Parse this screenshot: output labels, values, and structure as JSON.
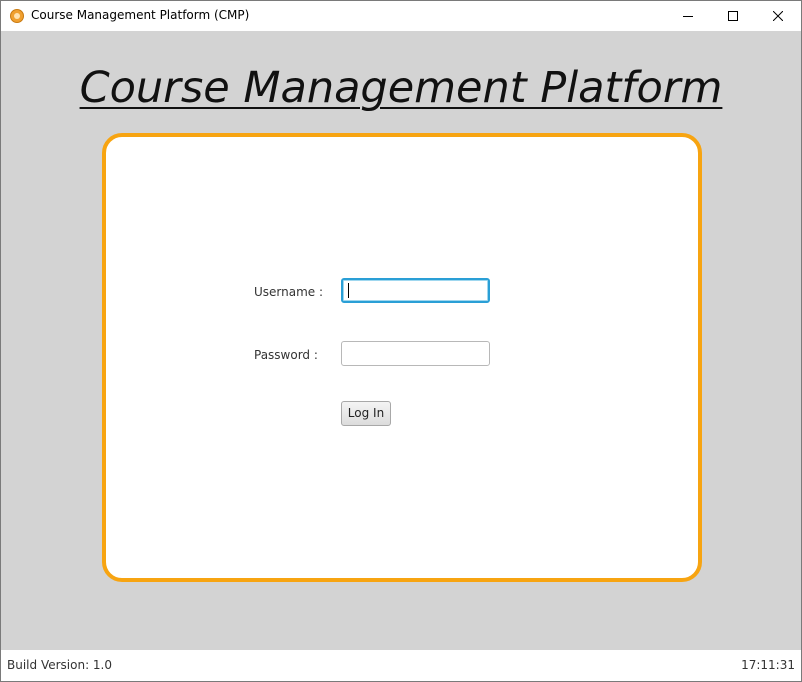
{
  "window": {
    "title": "Course Management Platform (CMP)"
  },
  "page": {
    "heading": "Course Management Platform"
  },
  "login": {
    "username_label": "Username :",
    "username_value": "",
    "password_label": "Password :",
    "password_value": "",
    "login_button": "Log In"
  },
  "status": {
    "build_version": "Build Version: 1.0",
    "time": "17:11:31"
  },
  "colors": {
    "card_border": "#f7a411",
    "background": "#d3d3d3",
    "focus_border": "#2a9fd6"
  },
  "icons": {
    "app": "app-logo-icon",
    "minimize": "minimize-icon",
    "maximize": "maximize-icon",
    "close": "close-icon"
  }
}
